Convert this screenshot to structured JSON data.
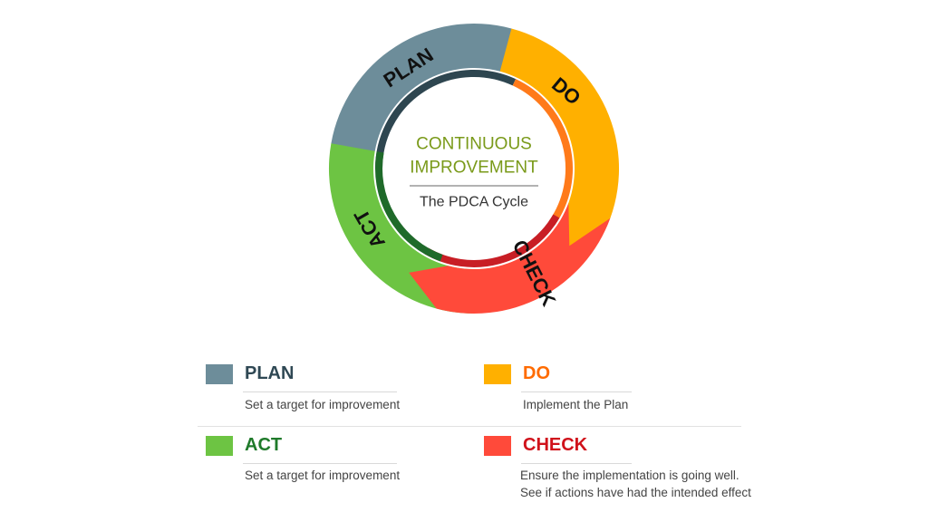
{
  "center": {
    "title_line1": "CONTINUOUS",
    "title_line2": "IMPROVEMENT",
    "subtitle": "The PDCA Cycle"
  },
  "cycle": [
    {
      "key": "plan",
      "label": "PLAN",
      "color": "#6d8d9a",
      "inner_color": "#2e4650"
    },
    {
      "key": "do",
      "label": "DO",
      "color": "#ffb000",
      "inner_color": "#ff7a1a"
    },
    {
      "key": "check",
      "label": "CHECK",
      "color": "#ff4a3a",
      "inner_color": "#c81e25"
    },
    {
      "key": "act",
      "label": "ACT",
      "color": "#6dc443",
      "inner_color": "#1f6a2a"
    }
  ],
  "colors": {
    "center_title": "#7a9a1a",
    "center_subtitle": "#333333",
    "plan_title": "#2f4854",
    "do_title": "#ff6b00",
    "act_title": "#1f7a2a",
    "check_title": "#d0121b"
  },
  "legend": {
    "plan": {
      "title": "PLAN",
      "desc_lines": [
        "Set a target for improvement"
      ]
    },
    "do": {
      "title": "DO",
      "desc_lines": [
        "Implement the Plan"
      ]
    },
    "act": {
      "title": "ACT",
      "desc_lines": [
        "Set a target for improvement"
      ]
    },
    "check": {
      "title": "CHECK",
      "desc_lines": [
        "Ensure the implementation is going well.",
        "See if actions have had the intended effect"
      ]
    }
  }
}
